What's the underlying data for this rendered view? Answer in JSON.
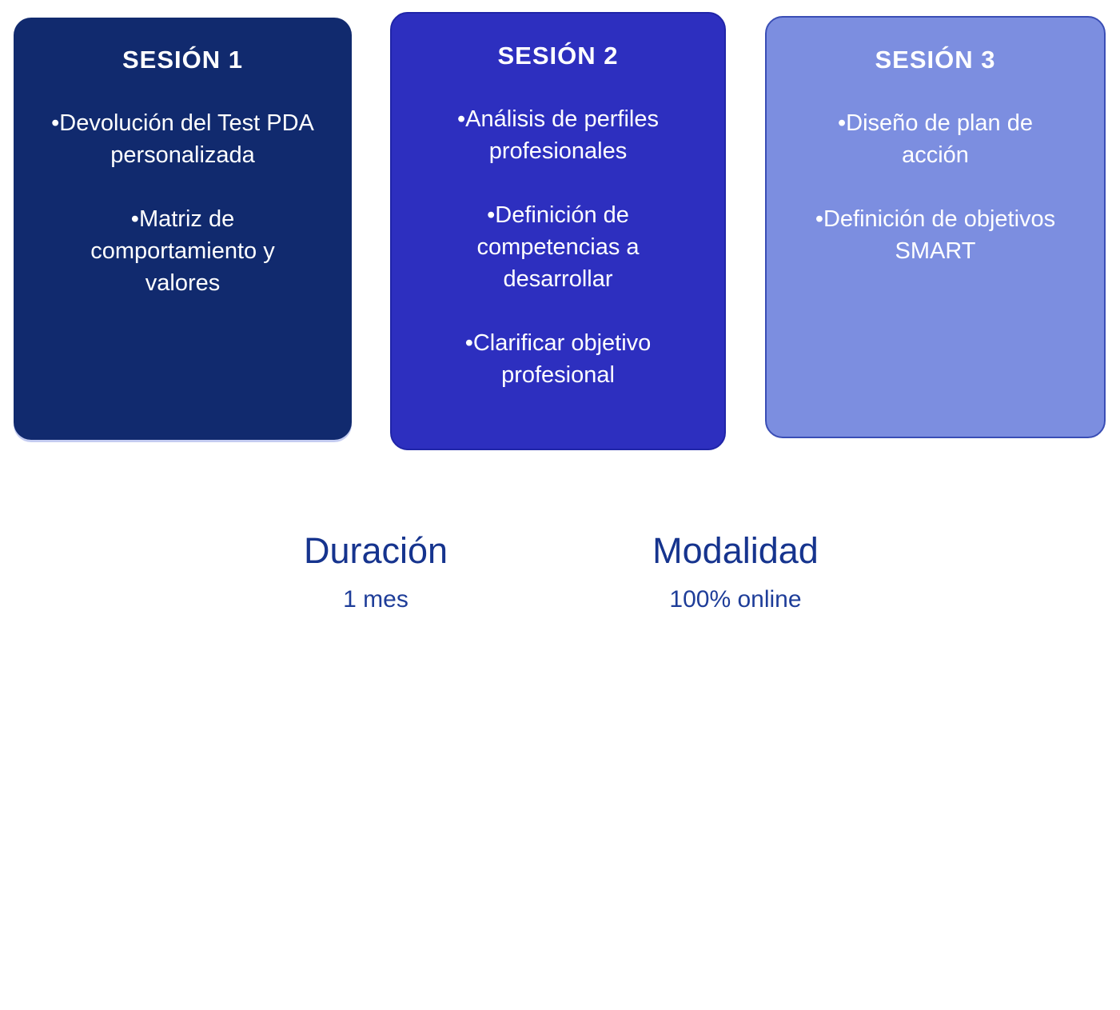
{
  "sessions": [
    {
      "title": "SESIÓN 1",
      "bullets": [
        "Devolución del Test PDA personalizada",
        "Matriz de comportamiento y valores"
      ]
    },
    {
      "title": "SESIÓN 2",
      "bullets": [
        "Análisis de perfiles profesionales",
        "Definición de competencias a desarrollar",
        "Clarificar objetivo profesional"
      ]
    },
    {
      "title": "SESIÓN 3",
      "bullets": [
        "Diseño de plan de acción",
        "Definición de objetivos SMART"
      ]
    }
  ],
  "details": {
    "duration_label": "Duración",
    "duration_value": "1 mes",
    "modality_label": "Modalidad",
    "modality_value": "100% online"
  },
  "bullet_marker": "•",
  "colors": {
    "page_bg": "#FFFFFF",
    "card1_bg": "#112A6E",
    "card2_bg": "#2D2FBF",
    "card2_border": "#2025A8",
    "card3_bg": "#7C8EE0",
    "card3_border": "#3A4EB5",
    "card_text": "#FFFFFF",
    "label_text": "#16348E",
    "value_text": "#1E3D99"
  }
}
